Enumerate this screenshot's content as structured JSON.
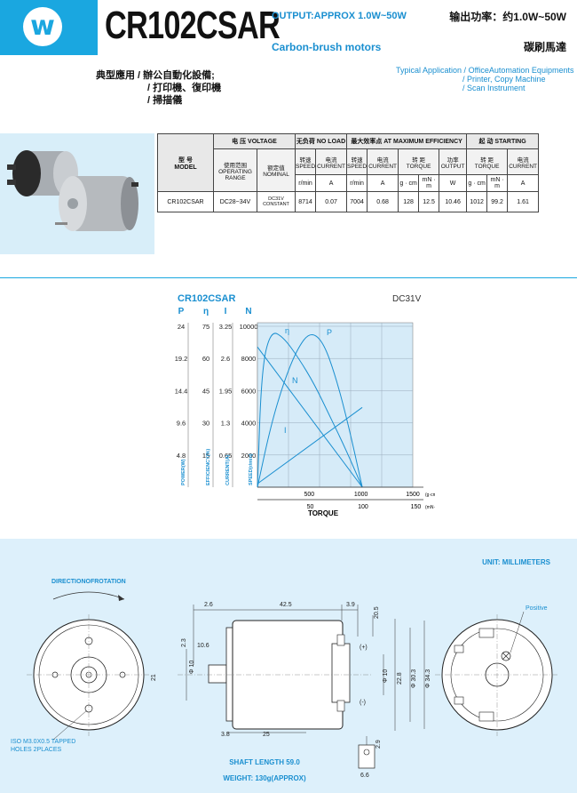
{
  "header": {
    "logo_letter": "w",
    "model": "CR102CSAR",
    "output_en": "OUTPUT:APPROX 1.0W~50W",
    "type_en": "Carbon-brush motors",
    "output_cn": "输出功率：约1.0W~50W",
    "type_cn": "碳刷馬達"
  },
  "applications": {
    "label_cn": "典型應用",
    "items_cn": [
      "辦公自動化設備;",
      "打印機、復印機",
      "掃描儀"
    ],
    "label_en": "Typical Application",
    "items_en": [
      "OfficeAutomation Equipments",
      "Printer, Copy Machine",
      "Scan Instrument"
    ]
  },
  "table": {
    "model_header_cn": "型 号",
    "model_header_en": "MODEL",
    "voltage_group": "电 压 VOLTAGE",
    "noload_group": "无负荷 NO LOAD",
    "maxeff_group": "最大效率点 AT MAXIMUM EFFICIENCY",
    "starting_group": "起 动 STARTING",
    "col_operating_cn": "使用范围",
    "col_operating_en": "OPERATING RANGE",
    "col_nominal_cn": "额定值",
    "col_nominal_en": "NOMINAL",
    "col_speed_cn": "转速",
    "col_speed_en": "SPEED",
    "col_current_cn": "电流",
    "col_current_en": "CURRENT",
    "col_torque_cn": "转 距",
    "col_torque_en": "TORQUE",
    "col_output_cn": "功率",
    "col_output_en": "OUTPUT",
    "col_start_torque_cn": "转 距",
    "col_start_torque_en": "TORQUE",
    "col_start_current_cn": "电流",
    "col_start_current_en": "CURRENT",
    "units": [
      "r/min",
      "A",
      "r/min",
      "A",
      "g · cm",
      "mN · m",
      "W",
      "g · cm",
      "mN · m",
      "A"
    ],
    "row": {
      "model": "CR102CSAR",
      "operating": "DC28~34V",
      "nominal": "DC31V CONSTANT",
      "noload_speed": "8714",
      "noload_current": "0.07",
      "eff_speed": "7004",
      "eff_current": "0.68",
      "eff_torque_gcm": "128",
      "eff_torque_mnm": "12.5",
      "eff_output": "10.46",
      "start_torque_gcm": "1012",
      "start_torque_mnm": "99.2",
      "start_current": "1.61"
    }
  },
  "chart_data": {
    "type": "line",
    "title": "CR102CSAR",
    "subtitle": "DC31V",
    "xlabel": "TORQUE",
    "x_units": [
      "(g·cm)",
      "(mN·m)"
    ],
    "x_ticks_gcm": [
      500,
      1000,
      1500
    ],
    "x_ticks_mnm": [
      50,
      100,
      150
    ],
    "xlim_gcm": [
      0,
      1500
    ],
    "axis_letters": [
      "P",
      "η",
      "I",
      "N"
    ],
    "axis_titles": [
      "POWER(W)",
      "EFFICIENCY(%)",
      "CURRENT(A)",
      "SPEED(r/min)"
    ],
    "power_ticks": [
      "24",
      "19.2",
      "14.4",
      "9.6",
      "4.8"
    ],
    "eff_ticks": [
      "75",
      "60",
      "45",
      "30",
      "15"
    ],
    "current_ticks": [
      "3.25",
      "2.6",
      "1.95",
      "1.3",
      "0.65"
    ],
    "speed_ticks": [
      "10000",
      "8000",
      "6000",
      "4000",
      "2000"
    ],
    "grid": true,
    "series": [
      {
        "name": "N",
        "x": [
          0,
          1012
        ],
        "y": [
          8714,
          0
        ],
        "unit": "r/min"
      },
      {
        "name": "I",
        "x": [
          0,
          1012
        ],
        "y": [
          0.07,
          1.61
        ],
        "unit": "A"
      },
      {
        "name": "P",
        "x": [
          0,
          128,
          253,
          380,
          506,
          633,
          760,
          886,
          1012
        ],
        "y": [
          0,
          9.1,
          15.6,
          20.5,
          23.2,
          21.8,
          16.3,
          8.8,
          0
        ],
        "unit": "W"
      },
      {
        "name": "η",
        "x": [
          0,
          40,
          128,
          250,
          400,
          550,
          700,
          850,
          1012
        ],
        "y": [
          0,
          55,
          73,
          70,
          60,
          48,
          33,
          18,
          0
        ],
        "unit": "%"
      }
    ]
  },
  "drawing": {
    "unit_label": "UNIT: MILLIMETERS",
    "rotation_label": "DIRECTIONOFROTATION",
    "positive_label": "Positive",
    "tapped_holes_line1": "ISO M3.0X0.5 TAPPED",
    "tapped_holes_line2": "HOLES  2PLACES",
    "shaft_length": "SHAFT LENGTH 59.0",
    "weight": "WEIGHT: 130g(APPROX)",
    "dims": {
      "d_2_6": "2.6",
      "d_42_5": "42.5",
      "d_3_9": "3.9",
      "d_20_5": "20.5",
      "d_2_3": "2.3",
      "d_10_6": "10.6",
      "d_phi10_left": "Φ 10",
      "d_21": "21",
      "d_3_8": "3.8",
      "d_25": "25",
      "d_phi10": "Φ 10",
      "d_22_8": "22.8",
      "d_30_3": "Φ 30.3",
      "d_34_3": "Φ 34.3",
      "d_2_9": "2.9",
      "d_6_6": "6.6",
      "plus": "(+)",
      "minus": "(-)"
    }
  }
}
